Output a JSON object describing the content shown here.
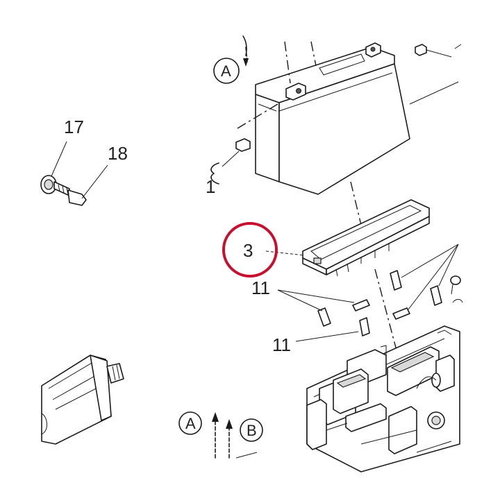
{
  "diagram": {
    "callouts": {
      "part_1": "1",
      "part_3": "3",
      "part_11_top": "11",
      "part_11_bottom": "11",
      "part_17": "17",
      "part_18": "18"
    },
    "view_markers": {
      "a_top": "A",
      "a_bottom": "A",
      "b_bottom": "B"
    },
    "highlight_color": "#c8102e"
  }
}
